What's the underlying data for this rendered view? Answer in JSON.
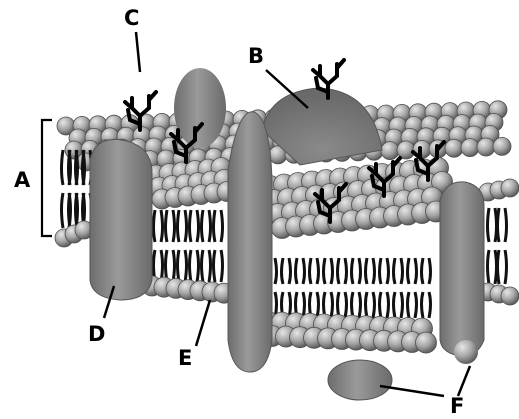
{
  "labels": {
    "a": "A",
    "b": "B",
    "c": "C",
    "d": "D",
    "e": "E",
    "f": "F"
  },
  "colors": {
    "head": "#a7a7a7",
    "head_dark": "#6f6f6f",
    "protein": "#8f8f8f",
    "protein_dark": "#626262",
    "tail": "#111111",
    "carb": "#000000",
    "background": "#ffffff"
  },
  "icons": {
    "phospholipid-head": "sphere",
    "carbohydrate-chain": "branched-line"
  }
}
